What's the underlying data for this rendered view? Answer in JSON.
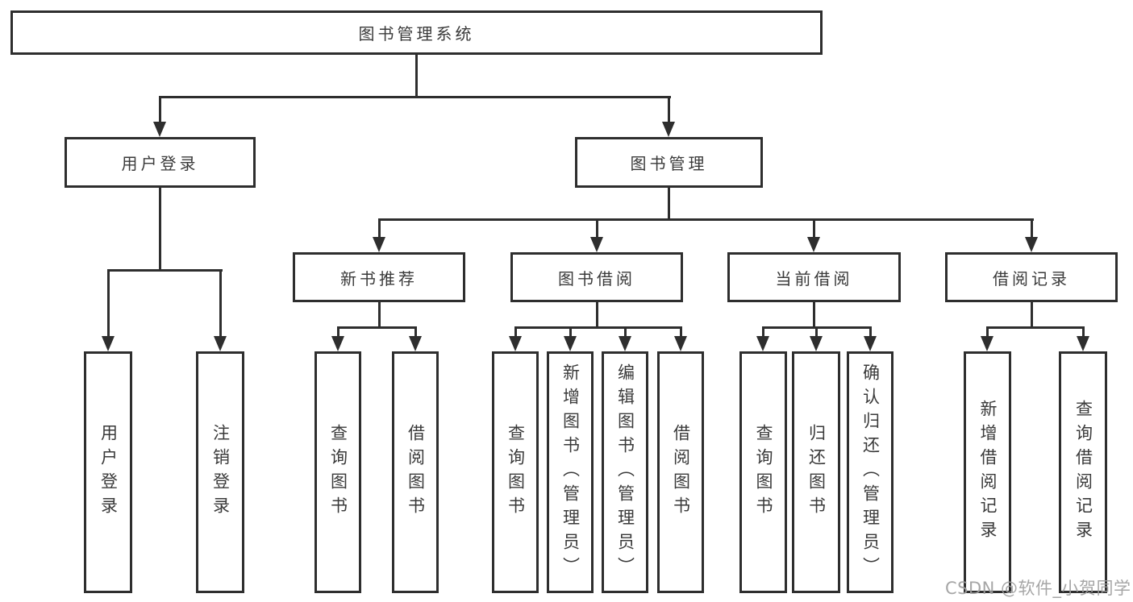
{
  "tree": {
    "root": "图书管理系统",
    "level2": {
      "user_login": {
        "label": "用户登录",
        "leaves": [
          "用户登录",
          "注销登录"
        ]
      },
      "book_mgmt": {
        "label": "图书管理"
      }
    },
    "level3": {
      "new_book": {
        "label": "新书推荐",
        "leaves": [
          "查询图书",
          "借阅图书"
        ]
      },
      "book_borrow": {
        "label": "图书借阅",
        "leaves": [
          "查询图书",
          "新增图书（管理员）",
          "编辑图书（管理员）",
          "借阅图书"
        ]
      },
      "current_borrow": {
        "label": "当前借阅",
        "leaves": [
          "查询图书",
          "归还图书",
          "确认归还（管理员）"
        ]
      },
      "borrow_record": {
        "label": "借阅记录",
        "leaves": [
          "新增借阅记录",
          "查询借阅记录"
        ]
      }
    }
  },
  "watermark": "CSDN @软件_小贺同学",
  "colors": {
    "line": "#2e2e2e",
    "text": "#3a3a3a",
    "watermark": "#9e9e9e",
    "background": "#ffffff"
  }
}
